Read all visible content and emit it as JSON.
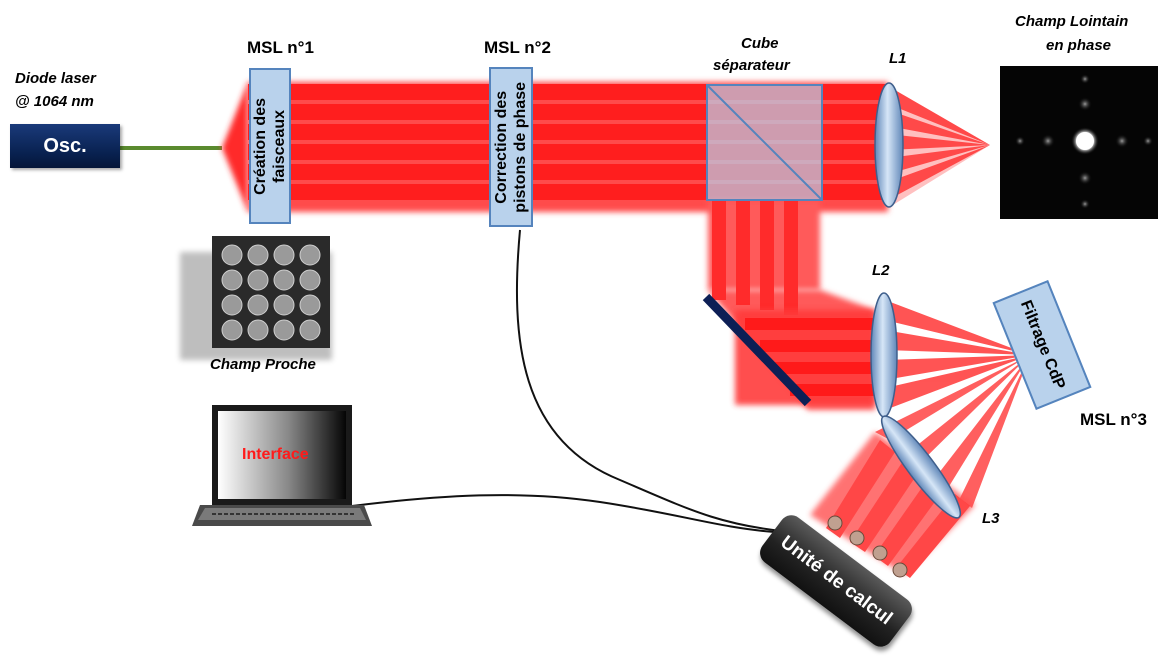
{
  "source": {
    "title": "Diode laser",
    "wavelength": "@ 1064 nm",
    "osc_label": "Osc."
  },
  "msl1": {
    "name": "MSL n°1",
    "label": "Création des\nfaisceaux"
  },
  "msl2": {
    "name": "MSL n°2",
    "label": "Correction des\npistons de phase"
  },
  "msl3": {
    "name": "MSL n°3",
    "label": "Filtrage CdP"
  },
  "cube": {
    "line1": "Cube",
    "line2": "séparateur"
  },
  "lenses": {
    "l1": "L1",
    "l2": "L2",
    "l3": "L3"
  },
  "far_field": {
    "line1": "Champ Lointain",
    "line2": "en phase"
  },
  "near_field": {
    "label": "Champ Proche"
  },
  "laptop": {
    "screen_text": "Interface"
  },
  "calc_unit": {
    "label": "Unité de calcul"
  },
  "colors": {
    "beam": "#ff2a2a",
    "slm": "#b9d2ec",
    "slm_border": "#5584bd",
    "osc": "#0b2a66",
    "fiber": "#5a8a2e",
    "interface_text": "#ff1a1a"
  }
}
